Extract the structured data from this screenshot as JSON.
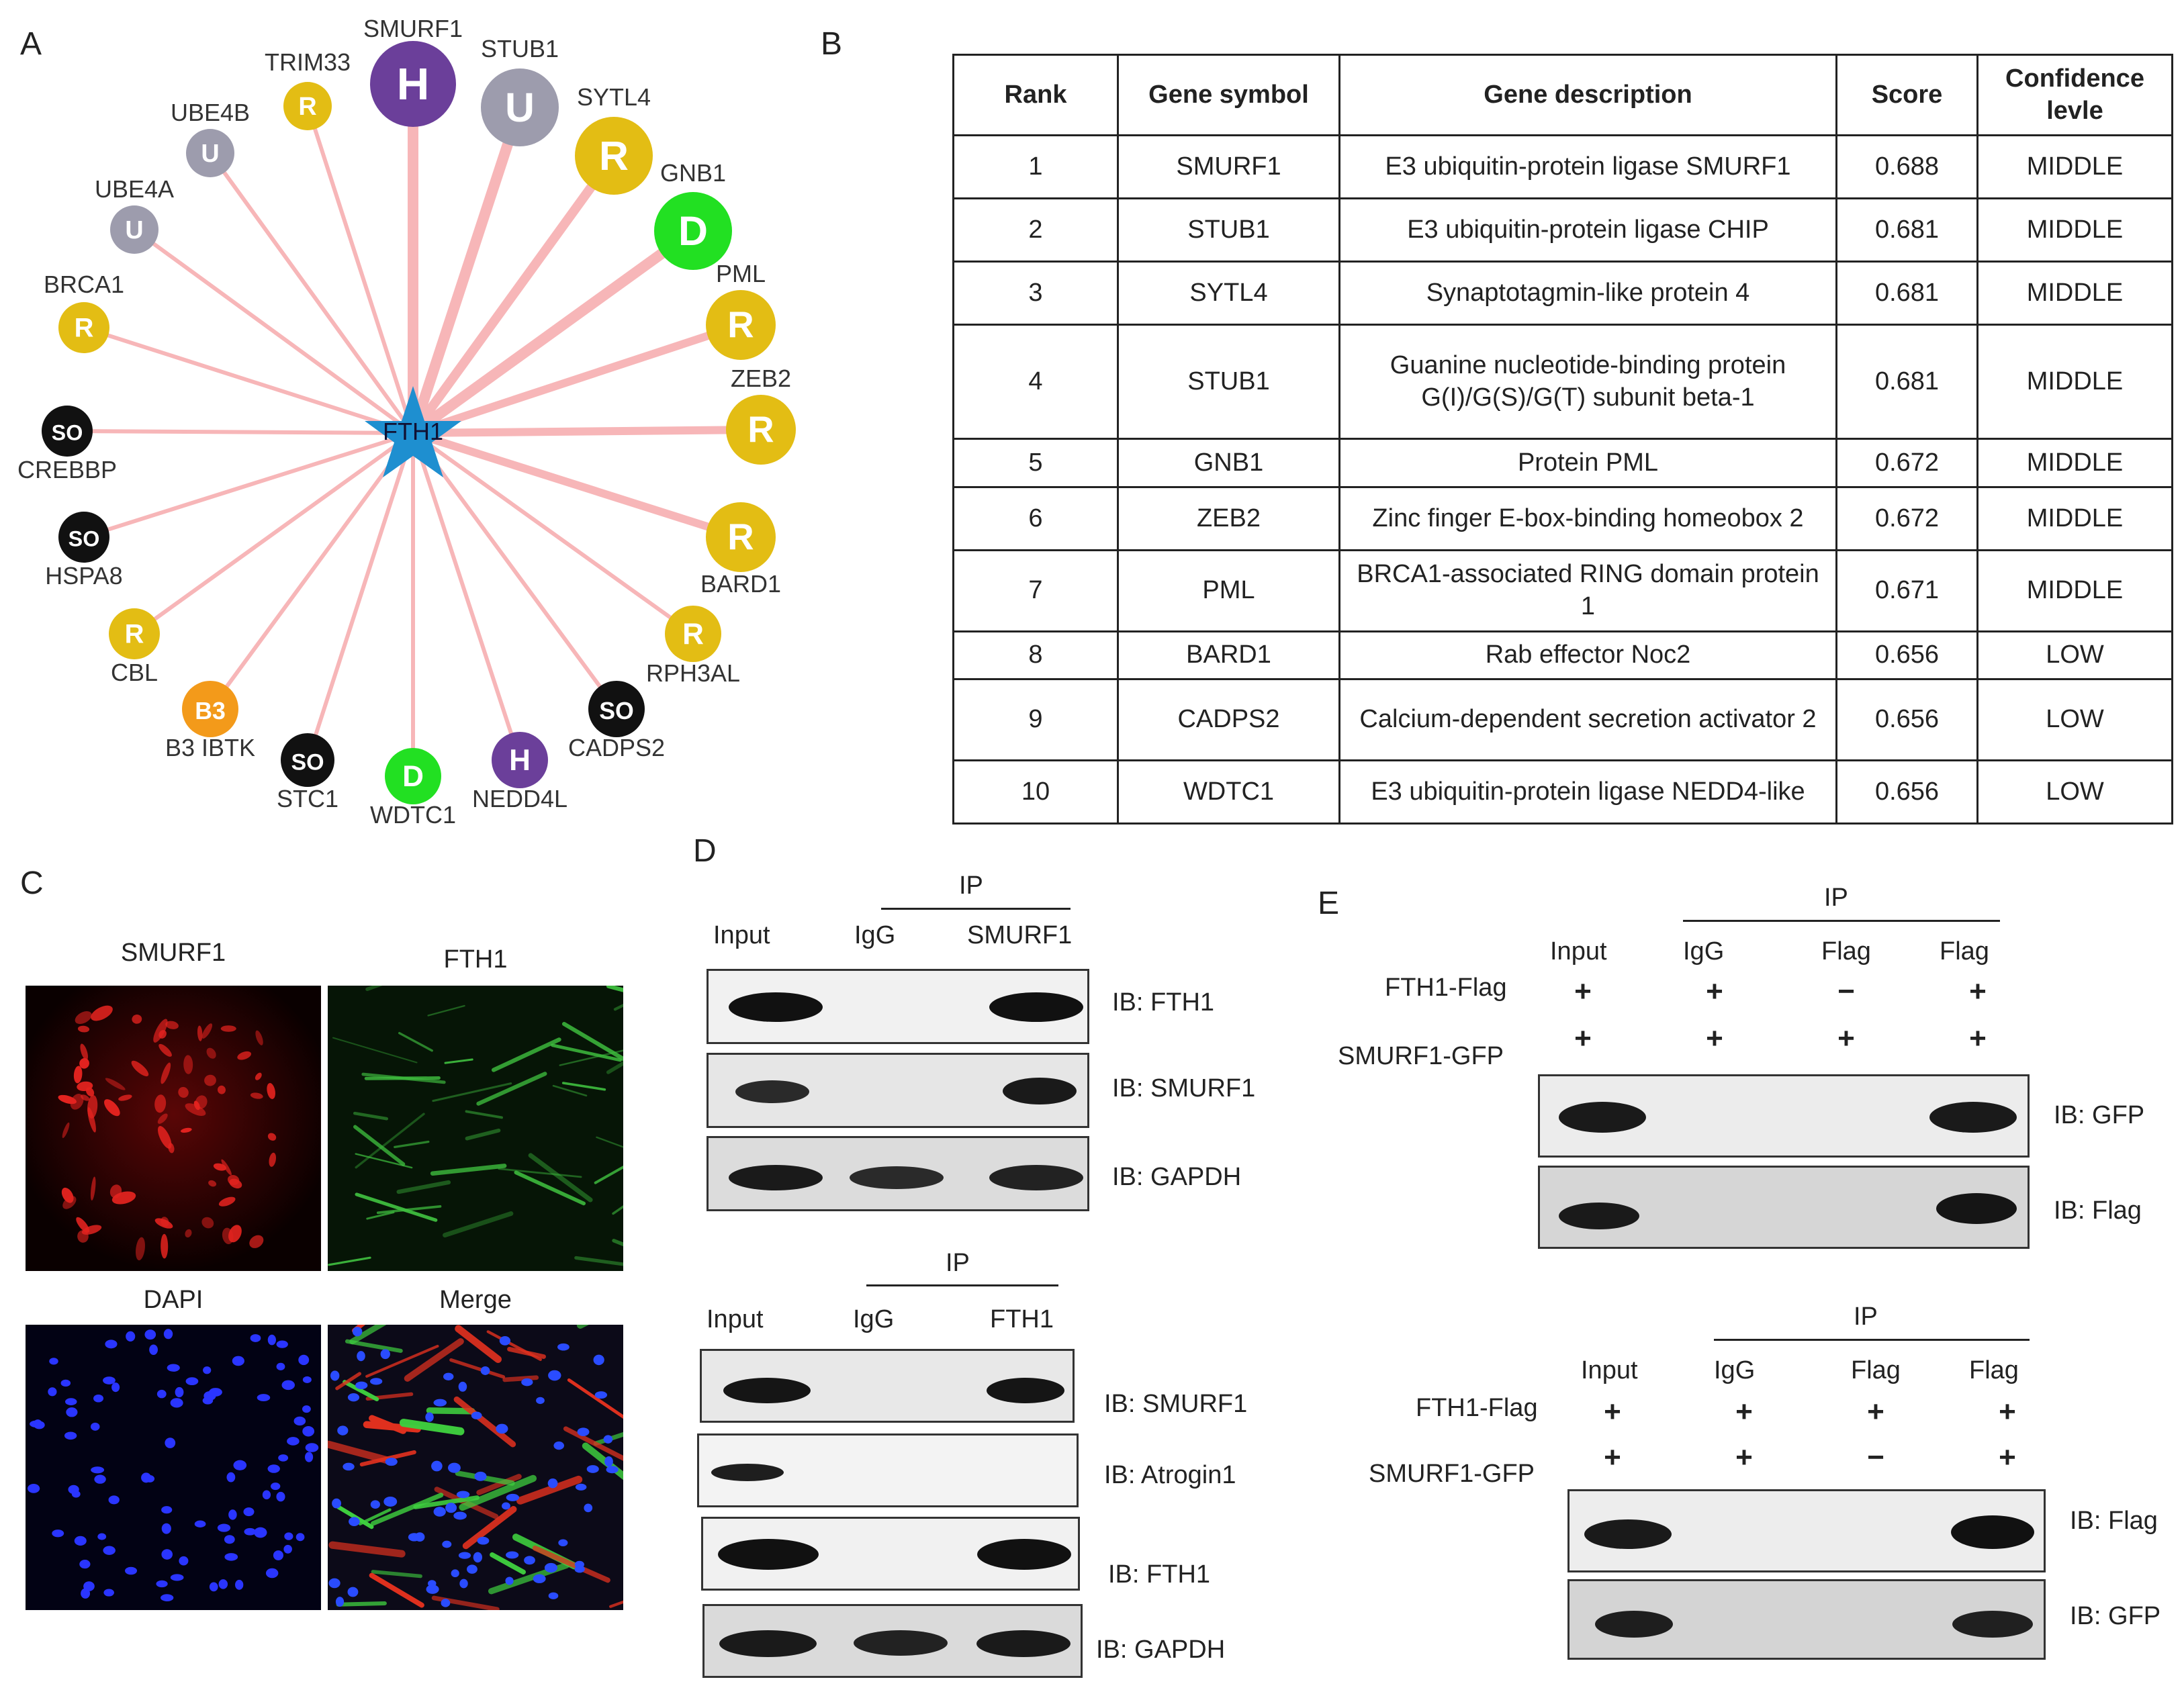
{
  "panels": {
    "a": "A",
    "b": "B",
    "c": "C",
    "d": "D",
    "e": "E"
  },
  "network": {
    "center": "FTH1",
    "colors": {
      "edge": "#f7b6b8",
      "center": "#1e8fd0",
      "R": "#e3bd14",
      "U": "#9d9cad",
      "H": "#6b3f9a",
      "D": "#22e022",
      "SO": "#111111",
      "B3": "#f39a1a"
    },
    "nodes": [
      {
        "name": "SMURF1",
        "type": "H"
      },
      {
        "name": "STUB1",
        "type": "U"
      },
      {
        "name": "TRIM33",
        "type": "R"
      },
      {
        "name": "SYTL4",
        "type": "R"
      },
      {
        "name": "UBE4B",
        "type": "U"
      },
      {
        "name": "GNB1",
        "type": "D"
      },
      {
        "name": "UBE4A",
        "type": "U"
      },
      {
        "name": "PML",
        "type": "R"
      },
      {
        "name": "BRCA1",
        "type": "R"
      },
      {
        "name": "ZEB2",
        "type": "R"
      },
      {
        "name": "CREBBP",
        "type": "SO"
      },
      {
        "name": "HSPA8",
        "type": "SO"
      },
      {
        "name": "BARD1",
        "type": "R"
      },
      {
        "name": "CBL",
        "type": "R"
      },
      {
        "name": "RPH3AL",
        "type": "R"
      },
      {
        "name": "B3 IBTK",
        "type": "B3"
      },
      {
        "name": "CADPS2",
        "type": "SO"
      },
      {
        "name": "STC1",
        "type": "SO"
      },
      {
        "name": "WDTC1",
        "type": "D"
      },
      {
        "name": "NEDD4L",
        "type": "H"
      }
    ]
  },
  "table": {
    "headers": [
      "Rank",
      "Gene symbol",
      "Gene description",
      "Score",
      "Confidence levle"
    ],
    "rows": [
      [
        "1",
        "SMURF1",
        "E3 ubiquitin-protein ligase SMURF1",
        "0.688",
        "MIDDLE"
      ],
      [
        "2",
        "STUB1",
        "E3 ubiquitin-protein ligase CHIP",
        "0.681",
        "MIDDLE"
      ],
      [
        "3",
        "SYTL4",
        "Synaptotagmin-like protein 4",
        "0.681",
        "MIDDLE"
      ],
      [
        "4",
        "STUB1",
        "Guanine nucleotide-binding protein G(I)/G(S)/G(T) subunit beta-1",
        "0.681",
        "MIDDLE"
      ],
      [
        "5",
        "GNB1",
        "Protein PML",
        "0.672",
        "MIDDLE"
      ],
      [
        "6",
        "ZEB2",
        "Zinc finger E-box-binding homeobox 2",
        "0.672",
        "MIDDLE"
      ],
      [
        "7",
        "PML",
        "BRCA1-associated RING domain protein 1",
        "0.671",
        "MIDDLE"
      ],
      [
        "8",
        "BARD1",
        "Rab effector Noc2",
        "0.656",
        "LOW"
      ],
      [
        "9",
        "CADPS2",
        "Calcium-dependent secretion activator 2",
        "0.656",
        "LOW"
      ],
      [
        "10",
        "WDTC1",
        "E3 ubiquitin-protein ligase NEDD4-like",
        "0.656",
        "LOW"
      ]
    ]
  },
  "micro": {
    "smurf1": "SMURF1",
    "fth1": "FTH1",
    "dapi": "DAPI",
    "merge": "Merge"
  },
  "blot_d1": {
    "ip": "IP",
    "lanes": [
      "Input",
      "IgG",
      "SMURF1"
    ],
    "rows": [
      "IB: FTH1",
      "IB: SMURF1",
      "IB: GAPDH"
    ]
  },
  "blot_d2": {
    "ip": "IP",
    "lanes": [
      "Input",
      "IgG",
      "FTH1"
    ],
    "rows": [
      "IB: SMURF1",
      "IB: Atrogin1",
      "IB: FTH1",
      "IB: GAPDH"
    ]
  },
  "blot_e1": {
    "ip": "IP",
    "lanes": [
      "Input",
      "IgG",
      "Flag",
      "Flag"
    ],
    "row_labels": [
      "FTH1-Flag",
      "SMURF1-GFP"
    ],
    "signs": [
      [
        "+",
        "+",
        "−",
        "+"
      ],
      [
        "+",
        "+",
        "+",
        "+"
      ]
    ],
    "rows": [
      "IB: GFP",
      "IB: Flag"
    ]
  },
  "blot_e2": {
    "ip": "IP",
    "lanes": [
      "Input",
      "IgG",
      "Flag",
      "Flag"
    ],
    "row_labels": [
      "FTH1-Flag",
      "SMURF1-GFP"
    ],
    "signs": [
      [
        "+",
        "+",
        "+",
        "+"
      ],
      [
        "+",
        "+",
        "−",
        "+"
      ]
    ],
    "rows": [
      "IB: Flag",
      "IB: GFP"
    ]
  }
}
